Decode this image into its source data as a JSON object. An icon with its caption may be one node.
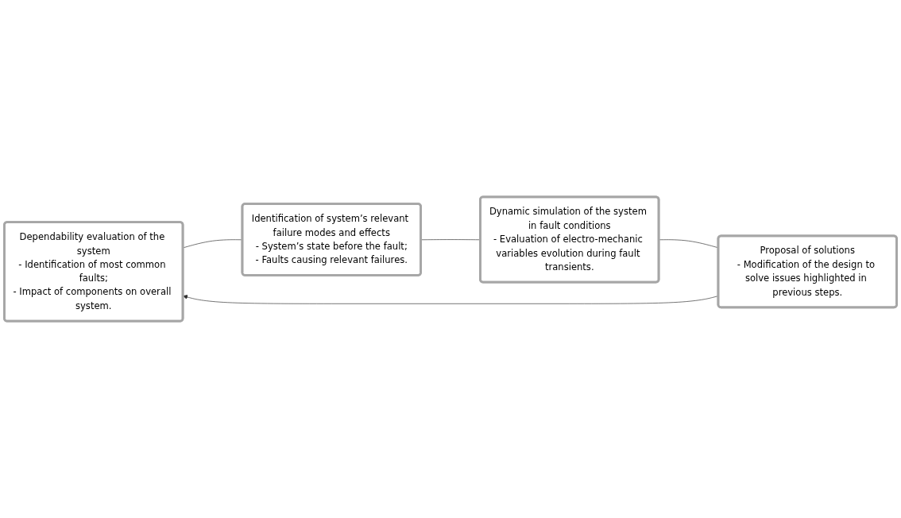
{
  "diagram": {
    "nodes": [
      {
        "text": [
          "Dependability evaluation of the system",
          "- Identification of most common faults;",
          "- Impact of components on overall system."
        ]
      },
      {
        "text": [
          "Identification of system’s relevant failure modes and effects",
          "- System’s state before the fault;",
          "- Faults causing relevant failures."
        ]
      },
      {
        "text": [
          "Dynamic simulation of the system in fault conditions",
          "- Evaluation of electro-mechanic variables evolution during fault transients."
        ]
      },
      {
        "text": [
          "Proposal of solutions",
          "- Modification of the design to solve issues highlighted in previous steps."
        ]
      }
    ],
    "edges": [
      {
        "from": 0,
        "to": 1,
        "arrow": "none"
      },
      {
        "from": 1,
        "to": 2,
        "arrow": "none"
      },
      {
        "from": 2,
        "to": 3,
        "arrow": "none"
      },
      {
        "from": 3,
        "to": 0,
        "arrow": "to"
      }
    ]
  }
}
